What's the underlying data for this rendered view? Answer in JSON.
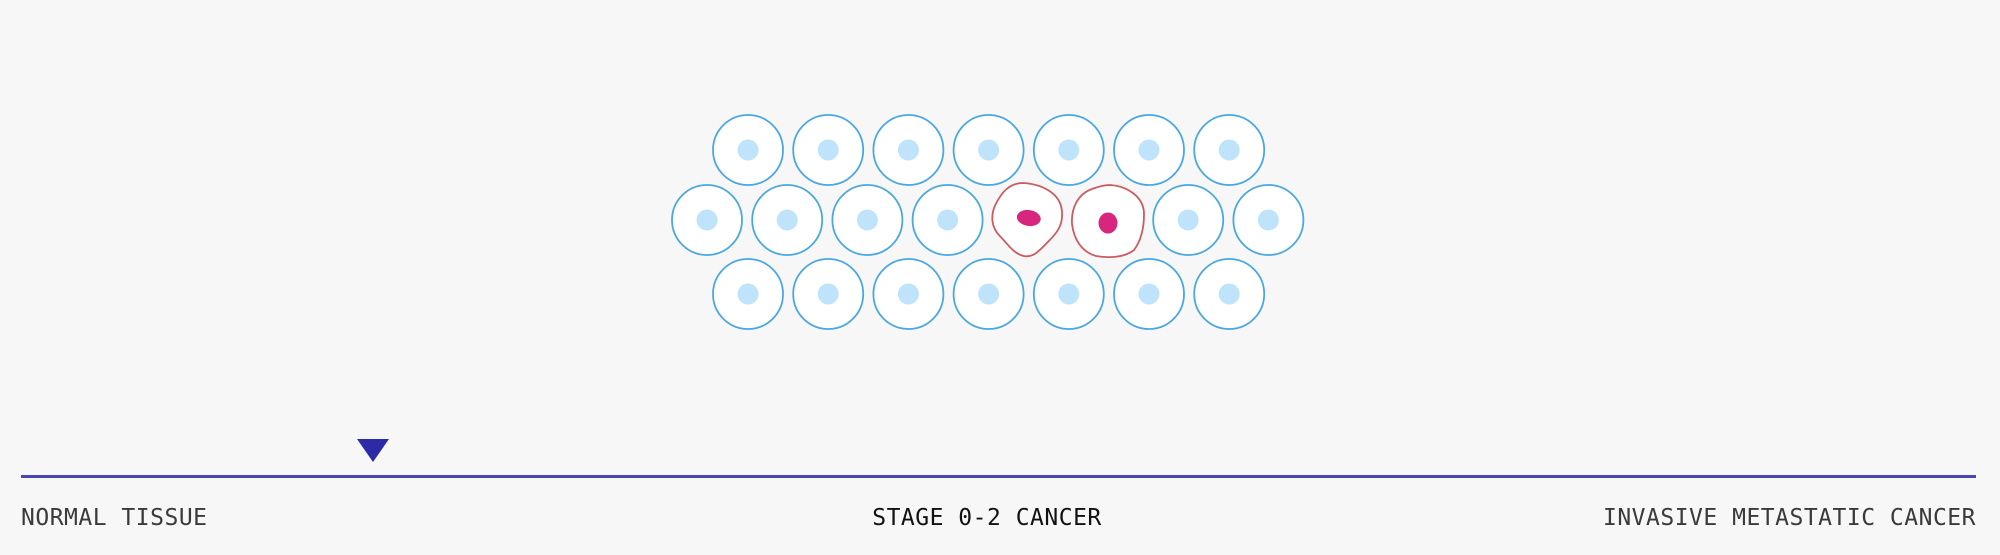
{
  "timeline": {
    "labels": {
      "left": "NORMAL TISSUE",
      "center": "STAGE 0-2 CANCER",
      "right": "INVASIVE METASTATIC CANCER"
    },
    "marker_position": 0.18
  },
  "colors": {
    "background": "#f7f7f7",
    "normal_cell_outline": "#4aa8e0",
    "normal_nucleus": "#bfe3fb",
    "cancer_cell_outline": "#cc5b60",
    "cancer_nucleus": "#d6267e",
    "timeline_line": "#4a47b5",
    "marker": "#2d2aa6"
  },
  "cells": {
    "rows": [
      [
        "normal",
        "normal",
        "normal",
        "normal",
        "normal",
        "normal",
        "normal"
      ],
      [
        "normal",
        "normal",
        "normal",
        "normal",
        "cancer",
        "cancer",
        "normal",
        "normal"
      ],
      [
        "normal",
        "normal",
        "normal",
        "normal",
        "normal",
        "normal",
        "normal"
      ]
    ]
  }
}
